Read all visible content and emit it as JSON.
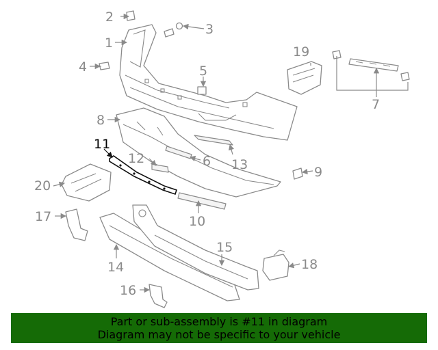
{
  "diagram": {
    "callouts": [
      "1",
      "2",
      "3",
      "4",
      "5",
      "6",
      "7",
      "8",
      "9",
      "10",
      "11",
      "12",
      "13",
      "14",
      "15",
      "16",
      "17",
      "18",
      "19",
      "20"
    ],
    "highlighted_callout": "11"
  },
  "banner": {
    "line1": "Part or sub-assembly is #11 in diagram",
    "line2": "Diagram may not be specific to your vehicle",
    "background_color": "#156b06"
  }
}
